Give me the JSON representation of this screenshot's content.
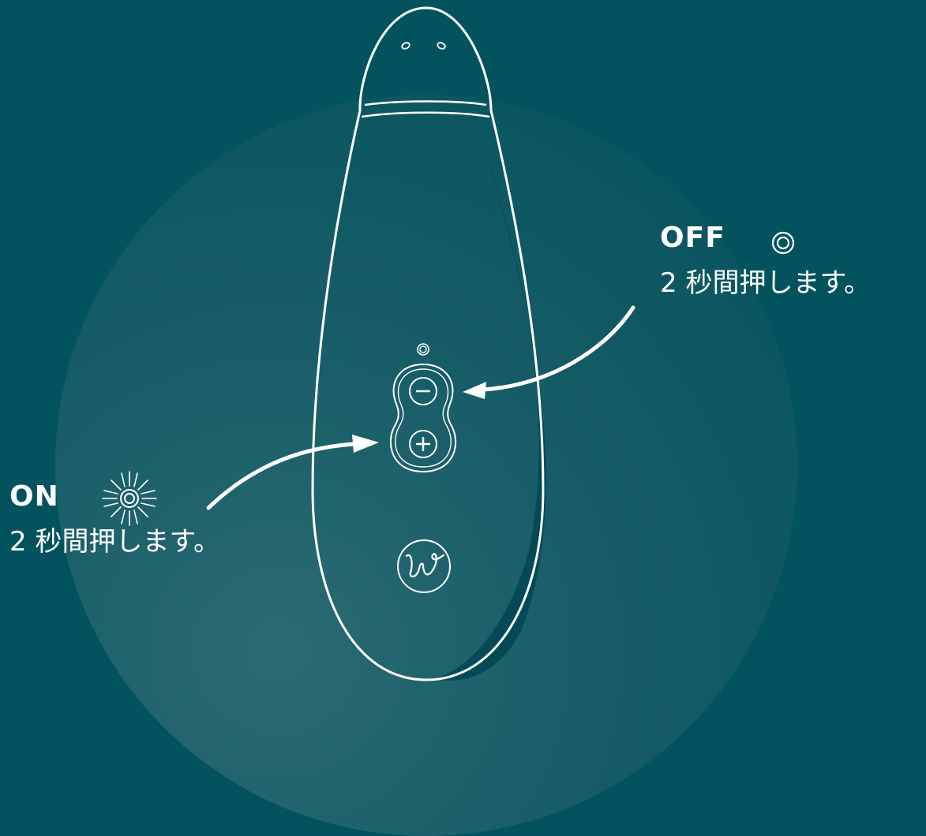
{
  "off": {
    "mode_label": "OFF",
    "hint": "2 秒間押します。",
    "icon": "off-indicator-icon"
  },
  "on": {
    "mode_label": "ON",
    "hint": "2 秒間押します。",
    "icon": "on-indicator-icon"
  },
  "device": {
    "buttons": [
      "minus-button",
      "plus-button"
    ],
    "logo": "w-logo-icon"
  },
  "colors": {
    "background": "#03535e",
    "line": "#ffffff"
  }
}
